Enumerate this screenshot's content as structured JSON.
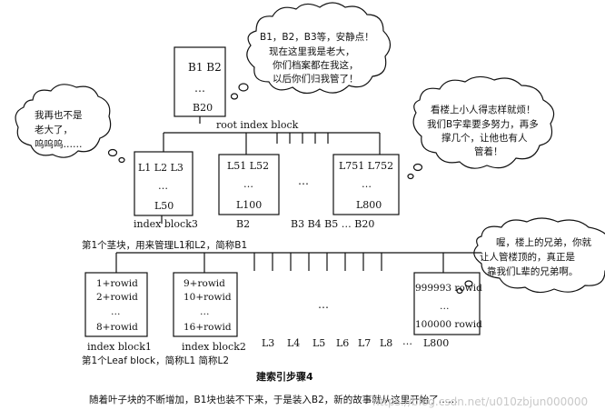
{
  "root": {
    "lines": [
      "B1  B2",
      "…",
      "B20"
    ],
    "caption": "root index block"
  },
  "clouds": {
    "root": [
      "B1，B2，B3等，安静点！",
      "现在这里我是老大，",
      "你们档案都在我这，",
      "以后你们归我管了！"
    ],
    "left": [
      "我再也不是",
      "老大了，",
      "呜呜呜……"
    ],
    "right": [
      "看楼上小人得志样就烦！",
      "我们B字辈要多努力，再多",
      "撑几个，让他也有人",
      "管着！"
    ],
    "leaf": [
      "喔，楼上的兄弟，你就",
      "让人管楼顶的，真正是",
      "靠我们L辈的兄弟啊。"
    ]
  },
  "branch_blocks": [
    {
      "lines": [
        "L1  L2  L3",
        "…",
        "L50"
      ]
    },
    {
      "lines": [
        "L51  L52",
        "…",
        "L100"
      ]
    },
    {
      "lines": [
        "L751  L752",
        "…",
        "L800"
      ]
    }
  ],
  "branch_dots": "…",
  "branch_labels": {
    "index_block3": "index  block3",
    "b2": "B2",
    "b3_b20": "B3  B4  B5 … B20"
  },
  "branch_note": "第1个茎块，用来管理L1和L2，简称B1",
  "leaf_blocks": [
    {
      "lines": [
        "1+rowid",
        "2+rowid",
        "…",
        "8+rowid"
      ],
      "caption": "index block1"
    },
    {
      "lines": [
        "9+rowid",
        "10+rowid",
        "…",
        "16+rowid"
      ],
      "caption": "index block2"
    },
    {
      "lines": [
        "999993 rowid",
        "…",
        "100000 rowid"
      ],
      "caption": "L800"
    }
  ],
  "leaf_dots": "…",
  "leaf_labels": [
    "L3",
    "L4",
    "L5",
    "L6",
    "L7",
    "L8",
    "…"
  ],
  "leaf_note": "第1个Leaf block，简称L1  简称L2",
  "step_title": "建索引步骤4",
  "footer_text": "随着叶子块的不断增加，B1块也装不下来，于是装入B2，新的故事就从这里开始了……",
  "watermark": "https://blog.csdn.net/u010zbjun000000"
}
